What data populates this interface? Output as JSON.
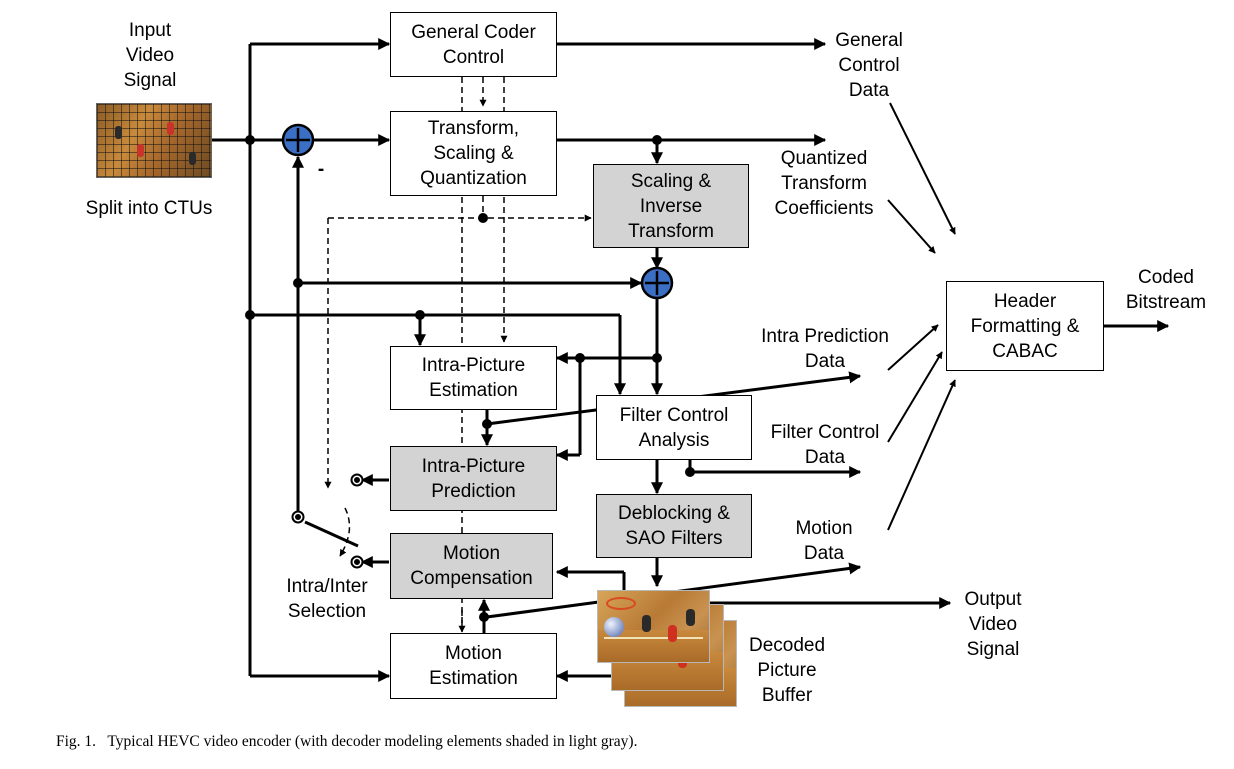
{
  "blocks": {
    "general_coder_control": "General Coder\nControl",
    "transform_scaling_quantization": "Transform,\nScaling &\nQuantization",
    "scaling_inverse_transform": "Scaling &\nInverse\nTransform",
    "intra_picture_estimation": "Intra-Picture\nEstimation",
    "filter_control_analysis": "Filter Control\nAnalysis",
    "intra_picture_prediction": "Intra-Picture\nPrediction",
    "deblocking_sao_filters": "Deblocking &\nSAO Filters",
    "motion_compensation": "Motion\nCompensation",
    "motion_estimation": "Motion\nEstimation",
    "header_formatting_cabac": "Header\nFormatting &\nCABAC"
  },
  "labels": {
    "input_video_signal": "Input\nVideo\nSignal",
    "split_into_ctus": "Split into CTUs",
    "minus_sign": "-",
    "general_control_data": "General\nControl\nData",
    "quantized_transform_coefficients": "Quantized\nTransform\nCoefficients",
    "coded_bitstream": "Coded\nBitstream",
    "intra_prediction_data": "Intra Prediction\nData",
    "filter_control_data": "Filter Control\nData",
    "motion_data": "Motion\nData",
    "intra_inter_selection": "Intra/Inter\nSelection",
    "output_video_signal": "Output\nVideo\nSignal",
    "decoded_picture_buffer": "Decoded\nPicture\nBuffer"
  },
  "caption": "Fig. 1.   Typical HEVC video encoder (with decoder modeling elements shaded in light gray).",
  "colors": {
    "block_shaded": "#d3d3d3",
    "block_plain": "#ffffff",
    "summing_node": "#3a6fc4",
    "line": "#000000"
  },
  "icons": {
    "summing_node": "circle-plus",
    "junction": "filled-dot",
    "switch_terminal": "ring-dot"
  }
}
